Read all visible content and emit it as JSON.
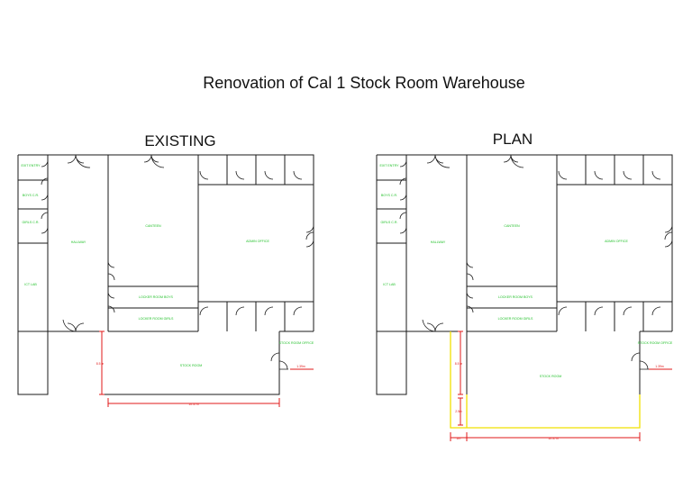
{
  "title": "Renovation of Cal 1 Stock Room Warehouse",
  "plans": [
    {
      "key": "existing",
      "heading": "EXISTING",
      "rooms": {
        "exit_entry": "EXIT ENTRY",
        "boys_cr": "BOYS C.R.",
        "girls_cr": "GIRLS C.R.",
        "ict_lab": "ICT LAB",
        "hallway": "HALLWAY",
        "canteen": "CANTEEN",
        "admin_office": "ADMIN OFFICE",
        "locker_boys": "LOCKER ROOM BOYS",
        "locker_girls": "LOCKER ROOM GIRLS",
        "stock_room": "STOCK ROOM",
        "stock_office": "STOCK ROOM OFFICE"
      },
      "dims": {
        "height": "8.5 m",
        "width": "10.37m",
        "door": "1.39m"
      }
    },
    {
      "key": "plan",
      "heading": "PLAN",
      "rooms": {
        "exit_entry": "EXIT ENTRY",
        "boys_cr": "BOYS C.R.",
        "girls_cr": "GIRLS C.R.",
        "ict_lab": "ICT LAB",
        "hallway": "HALLWAY",
        "canteen": "CANTEEN",
        "admin_office": "ADMIN OFFICE",
        "locker_boys": "LOCKER ROOM BOYS",
        "locker_girls": "LOCKER ROOM GIRLS",
        "stock_room": "STOCK ROOM",
        "stock_office": "STOCK ROOM OFFICE"
      },
      "dims": {
        "height": "8.5 m",
        "width": "10.37m",
        "door": "1.39m",
        "extension": "2.5m",
        "side": "2m"
      }
    }
  ],
  "colors": {
    "walls": "#1a1a1a",
    "room_labels": "#22c02a",
    "dimensions": "#e01818",
    "renovation_extension": "#f0e000"
  }
}
